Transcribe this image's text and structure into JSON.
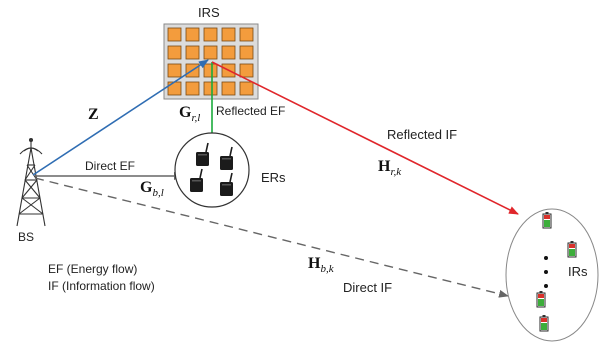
{
  "labels": {
    "irs": "IRS",
    "bs": "BS",
    "ers": "ERs",
    "irs_users": "IRs",
    "z": "Z",
    "g_rl_main": "G",
    "g_rl_sub": "r,l",
    "reflected_ef": "Reflected EF",
    "reflected_if": "Reflected IF",
    "direct_ef": "Direct EF",
    "g_bl_main": "G",
    "g_bl_sub": "b,l",
    "h_rk_main": "H",
    "h_rk_sub": "r,k",
    "h_bk_main": "H",
    "h_bk_sub": "b,k",
    "direct_if": "Direct IF"
  },
  "legend": {
    "ef": "EF  (Energy flow)",
    "if": "IF (Information flow)"
  },
  "colors": {
    "irs_element": "#f39c3d",
    "irs_border": "#8a8a8a",
    "link_z": "#2f6db3",
    "link_reflected_ef": "#1aab3c",
    "link_reflected_if": "#e0262b",
    "link_direct": "#666666"
  },
  "icons": {
    "bs": "tower-icon",
    "er_devices": "router-icon",
    "ir_devices": "battery-icon"
  }
}
